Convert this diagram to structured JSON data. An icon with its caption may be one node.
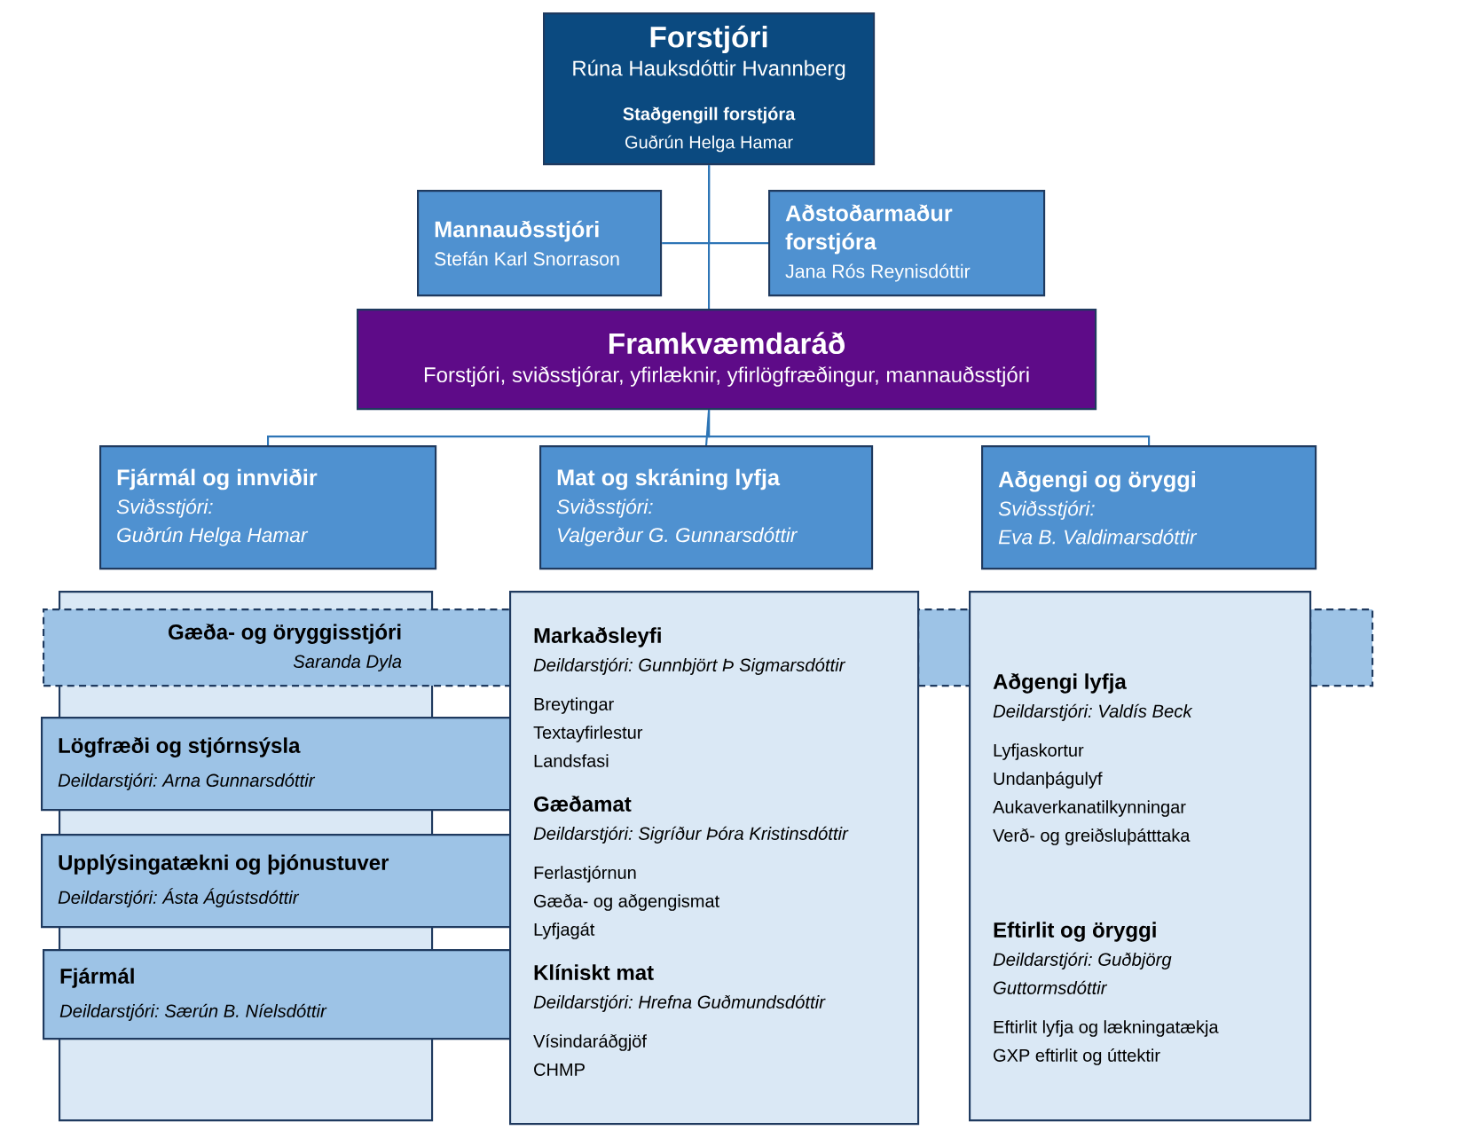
{
  "diagram": {
    "nodes": [
      {
        "text": [
          "Forstjóri",
          "Rúna Hauksdóttir Hvannberg",
          "Staðgengill forstjóra",
          "Guðrún Helga Hamar"
        ]
      },
      {
        "text": [
          "Mannauðsstjóri",
          "Stefán Karl Snorrason"
        ]
      },
      {
        "text": [
          "Aðstoðarmaður forstjóra",
          "Jana Rós Reynisdóttir"
        ]
      },
      {
        "text": [
          "Framkvæmdaráð",
          "Forstjóri, sviðsstjórar, yfirlæknir, yfirlögfræðingur, mannauðsstjóri"
        ]
      },
      {
        "text": [
          "Fjármál og innviðir",
          "Sviðsstjóri:",
          "Guðrún Helga Hamar"
        ]
      },
      {
        "text": [
          "Mat og skráning lyfja",
          "Sviðsstjóri:",
          "Valgerður G. Gunnarsdóttir"
        ]
      },
      {
        "text": [
          "Aðgengi og öryggi",
          "Sviðsstjóri:",
          "Eva B. Valdimarsdóttir"
        ]
      },
      {
        "text": [],
        "shape": "box"
      },
      {
        "text": [
          "Gæða- og öryggisstjóri",
          "Saranda Dyla"
        ]
      },
      {
        "text": [
          "Lögfræði og stjórnsýsla",
          "Deildarstjóri: Arna Gunnarsdóttir"
        ]
      },
      {
        "text": [
          "Upplýsingatækni og þjónustuver",
          "Deildarstjóri: Ásta Ágústsdóttir"
        ]
      },
      {
        "text": [
          "Fjármál",
          "Deildarstjóri: Særún B. Níelsdóttir"
        ]
      },
      {
        "text": [
          "Markaðsleyfi",
          "Deildarstjóri: Gunnbjört Þ Sigmarsdóttir",
          "Breytingar",
          "Textayfirlestur",
          "Landsfasi",
          "Gæðamat",
          "Deildarstjóri: Sigríður Þóra Kristinsdóttir",
          "Ferlastjórnun",
          "Gæða- og aðgengismat",
          "Lyfjagát",
          "Klíniskt mat",
          "Deildarstjóri: Hrefna Guðmundsdóttir",
          "Vísindaráðgjöf",
          "CHMP"
        ]
      },
      {
        "text": [
          "Aðgengi lyfja",
          "Deildarstjóri: Valdís Beck",
          "Lyfjaskortur",
          "Undanþágulyf",
          "Aukaverkanatilkynningar",
          "Verð- og greiðsluþátttaka",
          "Eftirlit og öryggi",
          "Deildarstjóri: Guðbjörg Guttormsdóttir",
          "Eftirlit lyfja og lækningatækja",
          "GXP eftirlit og úttektir"
        ]
      },
      {
        "text": [],
        "shape": "box"
      },
      {
        "text": [],
        "shape": "box"
      }
    ],
    "edges": [
      {
        "from": 0,
        "to": 3,
        "arrow": "none"
      },
      {
        "from": 0,
        "to": 1,
        "arrow": "none"
      },
      {
        "from": 0,
        "to": 2,
        "arrow": "none"
      },
      {
        "from": 3,
        "to": 4,
        "arrow": "none"
      },
      {
        "from": 3,
        "to": 5,
        "arrow": "none"
      },
      {
        "from": 3,
        "to": 6,
        "arrow": "none"
      }
    ]
  }
}
